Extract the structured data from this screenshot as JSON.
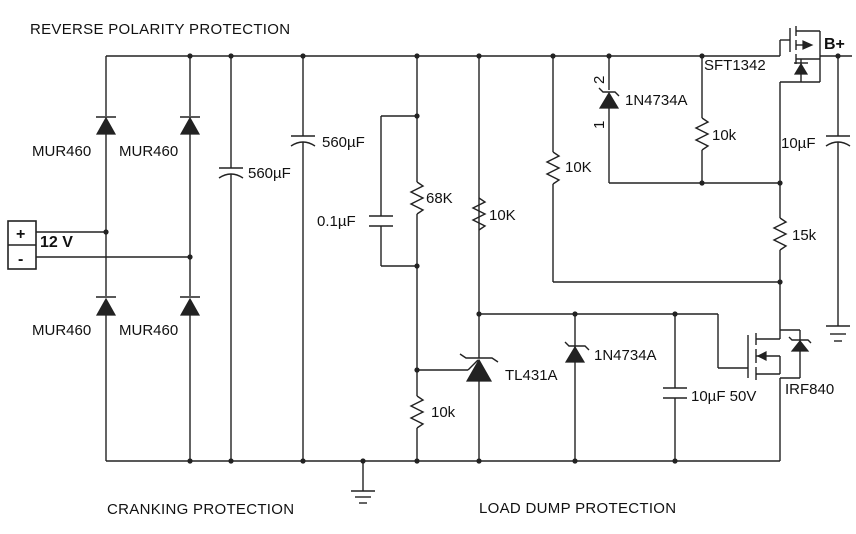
{
  "sections": {
    "reverse_polarity": "REVERSE POLARITY PROTECTION",
    "cranking": "CRANKING PROTECTION",
    "load_dump": "LOAD DUMP PROTECTION"
  },
  "battery": {
    "plus": "+",
    "minus": "-",
    "voltage": "12 V"
  },
  "output": {
    "label": "B+"
  },
  "diodes": {
    "d1": "MUR460",
    "d2": "MUR460",
    "d3": "MUR460",
    "d4": "MUR460"
  },
  "capacitors": {
    "c1": "560µF",
    "c2": "560µF",
    "c3": "0.1µF",
    "c4": "10µF 50V",
    "c5": "10µF"
  },
  "resistors": {
    "r68k": "68K",
    "r10k_bottom": "10k",
    "r10k_mid": "10K",
    "r10k_upper": "10K",
    "r10k_zener": "10k",
    "r15k": "15k"
  },
  "zeners": {
    "z_top": "1N4734A",
    "z_top_pin2": "2",
    "z_top_pin1": "1",
    "z_bottom": "1N4734A"
  },
  "regulator": "TL431A",
  "mosfets": {
    "low": "IRF840",
    "high": "SFT1342"
  }
}
